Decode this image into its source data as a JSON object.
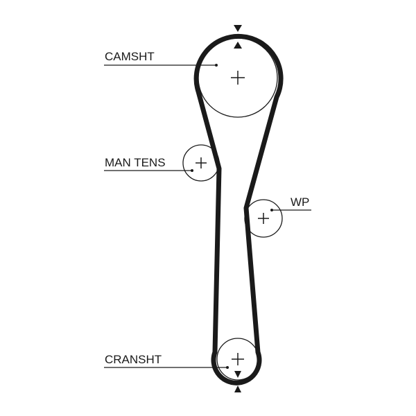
{
  "labels": {
    "camshaft": "CAMSHT",
    "manual_tensioner": "MAN TENS",
    "water_pump": "WP",
    "crankshaft": "CRANSHT"
  }
}
